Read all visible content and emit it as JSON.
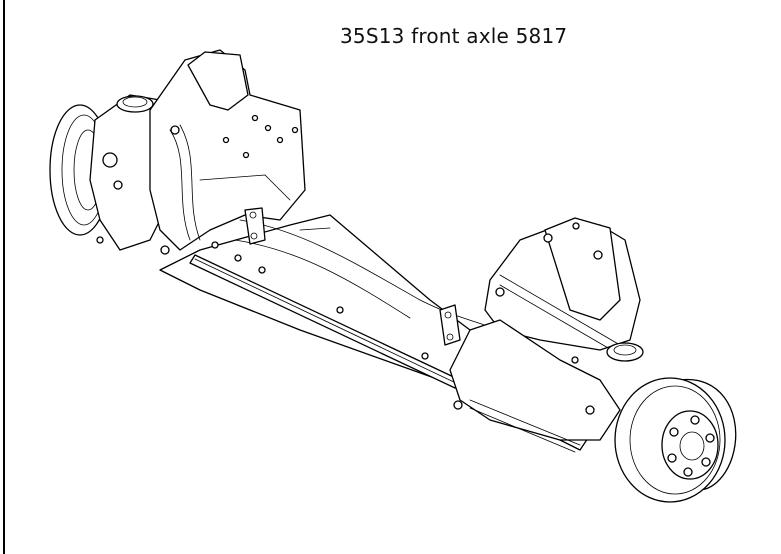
{
  "title": "35S13 front axle 5817",
  "illustration": {
    "subject": "front axle assembly",
    "style": "isometric line drawing",
    "components": [
      "left-hub-brake-disc",
      "left-knuckle",
      "left-suspension-bracket",
      "axle-beam",
      "tie-rod",
      "right-suspension-bracket",
      "right-knuckle",
      "right-hub-brake-disc",
      "wheel-studs",
      "bolts"
    ]
  },
  "colors": {
    "background": "#ffffff",
    "line": "#000000"
  }
}
